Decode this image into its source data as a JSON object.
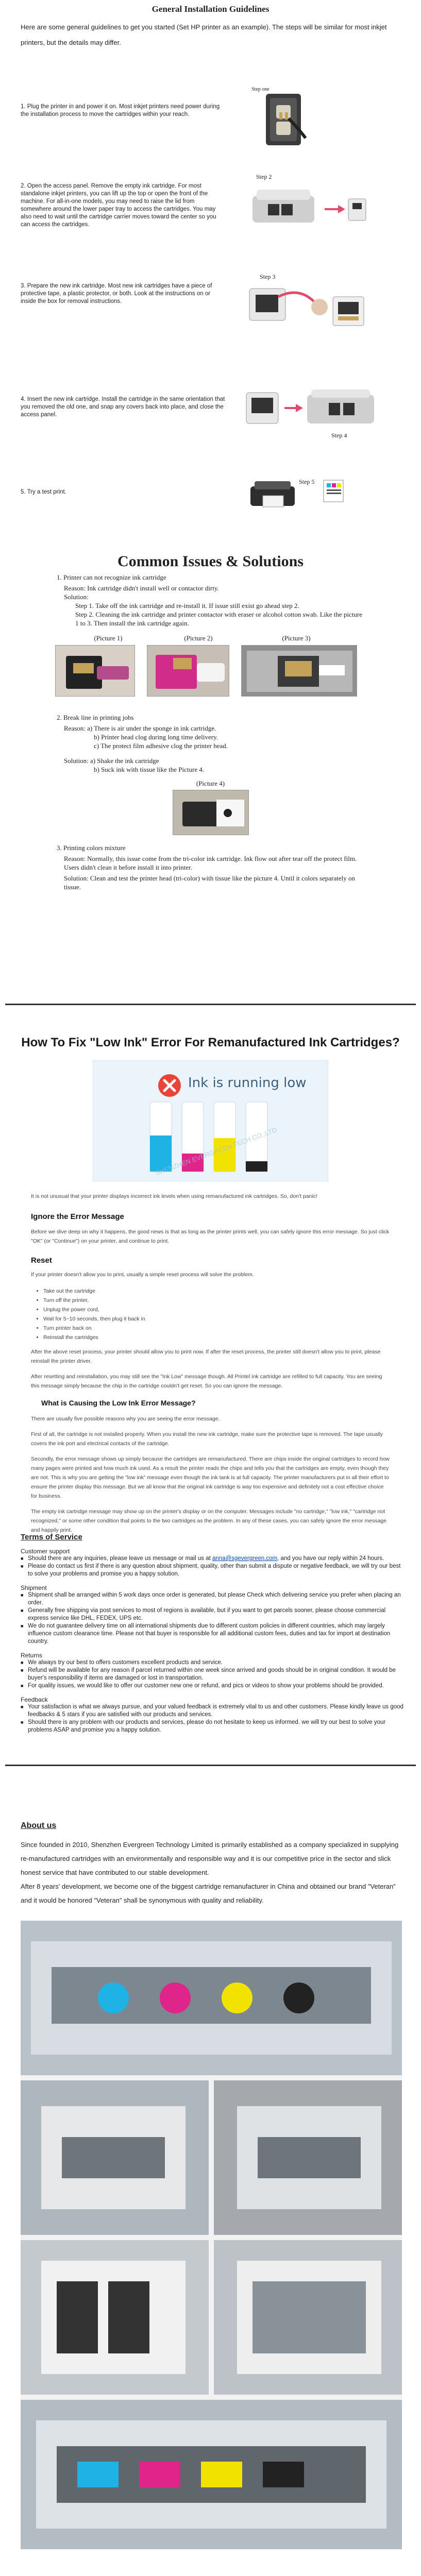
{
  "installation": {
    "title": "General Installation Guidelines",
    "intro": "Here are some general guidelines to get you started (Set HP printer as an example). The steps will be similar for most inkjet printers, but the details may differ.",
    "steps": [
      {
        "label": "Step one",
        "text": "1. Plug the printer in and power it on. Most inkjet printers need power during the installation process to move the cartridges within your reach."
      },
      {
        "label": "Step 2",
        "text": "2. Open the access panel. Remove the empty ink cartridge. For most standalone inkjet printers, you can lift up the top or open the front of the machine. For all-in-one models, you may need to raise the lid from somewhere around the lower paper tray to access the cartridges. You may also need to wait until the cartridge carrier moves toward the center so you can access the cartridges."
      },
      {
        "label": "Step 3",
        "text": "3. Prepare the new ink cartridge. Most new ink cartridges have a piece of protective tape, a plastic protector, or both. Look at the instructions on or inside the box for removal instructions."
      },
      {
        "label": "Step 4",
        "text": "4. Insert the new ink cartridge. Install the cartridge in the same orientation that you removed the old one, and snap any covers back into place, and close the access panel."
      },
      {
        "label": "Step 5",
        "text": "5. Try a test print."
      }
    ]
  },
  "issues": {
    "title": "Common Issues & Solutions",
    "issue1": {
      "title": "1.   Printer can not recognize ink cartridge",
      "reason": "Reason: Ink cartridge didn't install well    or contactor dirty.",
      "solution": "Solution:",
      "step1": "Step 1.      Take off the ink cartridge and re-install it.      If issue still exist go ahead step 2.",
      "step2": "Step 2.      Cleaning the ink cartridge and printer contactor with eraser or alcohol cotton swab. Like the picture 1 to 3.    Then install the ink cartridge again.",
      "captions": [
        "(Picture 1)",
        "(Picture 2)",
        "(Picture 3)"
      ]
    },
    "issue2": {
      "title": "2.   Break line in printing jobs",
      "reason_a": "Reason: a) There is air under the sponge in ink cartridge.",
      "reason_b": "b) Printer head clog during long time delivery.",
      "reason_c": "c) The protect film adhesive clog the printer head.",
      "solution_a": "Solution: a) Shake the ink cartridge",
      "solution_b": "b) Suck ink with tissue like the Picture 4.",
      "caption": "(Picture 4)"
    },
    "issue3": {
      "title": "3.   Printing colors mixture",
      "reason": "Reason:    Normally, this issue come from the tri-color ink cartridge.    Ink flow out after tear off the protect film.    Users didn't clean it before install it into printer.",
      "solution": "Solution:    Clean and test the printer head (tri-color) with tissue like the picture 4. Until it colors separately on tissue."
    }
  },
  "lowink": {
    "title": "How To Fix \"Low Ink\" Error For Remanufactured Ink Cartridges?",
    "banner_text": "Ink is running low",
    "watermark": "SHENZHEN EVERGREEN TECH CO.,LTD",
    "intro": "It is not unusual that your printer displays incorrect ink levels when using remanufactured ink cartridges.  So, don't panic!",
    "ignore_title": "Ignore the Error Message",
    "ignore_text": "Before we dive deep on why it happens, the good news is that as long as the printer prints well, you can safely ignore this error message.  So just click \"OK\" (or \"Continue\") on your printer, and continue to print.",
    "reset_title": "Reset",
    "reset_intro": "If your printer doesn't allow you to print, usually a simple reset process will solve the problem.",
    "reset_steps": [
      "Take out the cartridge",
      "Turn off the printer,",
      "Unplug the power cord,",
      "Wait for 5~10 seconds, then plug it back in",
      "Turn printer back on",
      "Reinstall the cartridges"
    ],
    "reset_after": "After the above reset process, your printer should allow you to print now. If after the reset process, the printer still doesn't allow you to print, please reinstall the printer driver.",
    "reset_note": "After resetting and reinstallation, you may still see the \"Ink Low\" message though. All Printel ink cartridge are refilled to full capacity. You are seeing this message simply because the chip in the cartridge couldn't get reset. So you can ignore the message.",
    "cause_title": "What is Causing the Low Ink Error Message?",
    "cause_intro": "There are usually five possible reasons why you are seeing the error message.",
    "cause_p1": "First of all, the cartridge is not installed properly. When you install the new ink cartridge, make sure the protective tape is removed.  The tape usually covers the ink port and electrical contacts of the cartridge.",
    "cause_p2": "Secondly, the error message shows up simply because the cartridges are remanufactured. There are chips inside the original cartridges to record how many pages were printed and how much ink used. As a result the printer reads the chips and tells you that the cartridges are empty, even though they are not. This is why you are getting the \"low ink\" message even though the ink tank is at full capacity. The printer manufacturers put in all their effort to ensure the printer display this message. But we all know that the original ink cartridge is way too expensive and definitely not a cost effective choice for business.",
    "cause_p3": "The empty ink cartridge message may show up on the printer's display or on the computer. Messages include \"no cartridge,\" \"low ink,\" \"cartridge not recognized,\" or some other condition that points to the two cartridges as the problem. In any of these cases, you can safely ignore the error message and happily print."
  },
  "terms": {
    "title": "Terms of Service",
    "support_head": "Customer support",
    "support_1a": "Should there are any inquiries, please leave us message or mail us at ",
    "support_email": "anna@sgevergreen.com",
    "support_1b": ",    and you have our reply within 24 hours.",
    "support_2": "Please do contact us first if there is any question about shipment, quality, other than submit a dispute or negative feedback, we will try our best to solve your problems and promise you a happy solution.",
    "shipment_head": "Shipment",
    "shipment": [
      "Shipment shall be arranged within 5 work days once order is generated, but please Check which delivering service you prefer when placing an order.",
      "Generally free shipping via post services to most of regions is available, but if you want to get parcels sooner, please choose commercial express service like DHL, FEDEX, UPS etc.",
      "We do not guarantee delivery time on all international shipments due to different custom policies in different countries, which may largely influence custom clearance time. Please not that buyer is responsible for all additional custom fees, duties and tax for import at destination country."
    ],
    "returns_head": "Returns",
    "returns": [
      "We always try our best to offers customers excellent products and service.",
      "Refund will be available for any reason if parcel returned within one week since arrived and goods should be in original condition. It would be buyer's responsibility if items are damaged or lost in transportation.",
      "For quality issues, we would like to offer our customer new one or refund, and pics or videos to show your problems should be provided."
    ],
    "feedback_head": "Feedback",
    "feedback": [
      "Your satisfaction is what we always pursue, and your valued feedback is extremely vital to us and other customers. Please kindly leave us good feedbacks & 5 stars if you are satisfied with our products and services.",
      "Should there is any problem with our products and services, please do not hesitate to keep us informed. we will try our best to solve your problems ASAP and promise you a happy solution."
    ]
  },
  "about": {
    "title": "About us",
    "p1": "Since founded in 2010, Shenzhen Evergreen Technology Limited is primarily established as a company specialized in supplying re-manufactured cartridges with an environmentally and responsible way and it is our competitive price in the sector and slick honest service that have contributed to our stable development.",
    "p2": "After 8 years' development, we become one of the biggest cartridge remanufacturer in China and obtained our brand \"Veteran\" and it would be honored \"Veteran\" shall be synonymous with quality and reliability."
  },
  "colors": {
    "cyan": "#1fb3e5",
    "magenta": "#e0258a",
    "yellow": "#f2e200",
    "black": "#222222",
    "alert_red": "#e8443a",
    "banner_text": "#3b5f7a"
  }
}
